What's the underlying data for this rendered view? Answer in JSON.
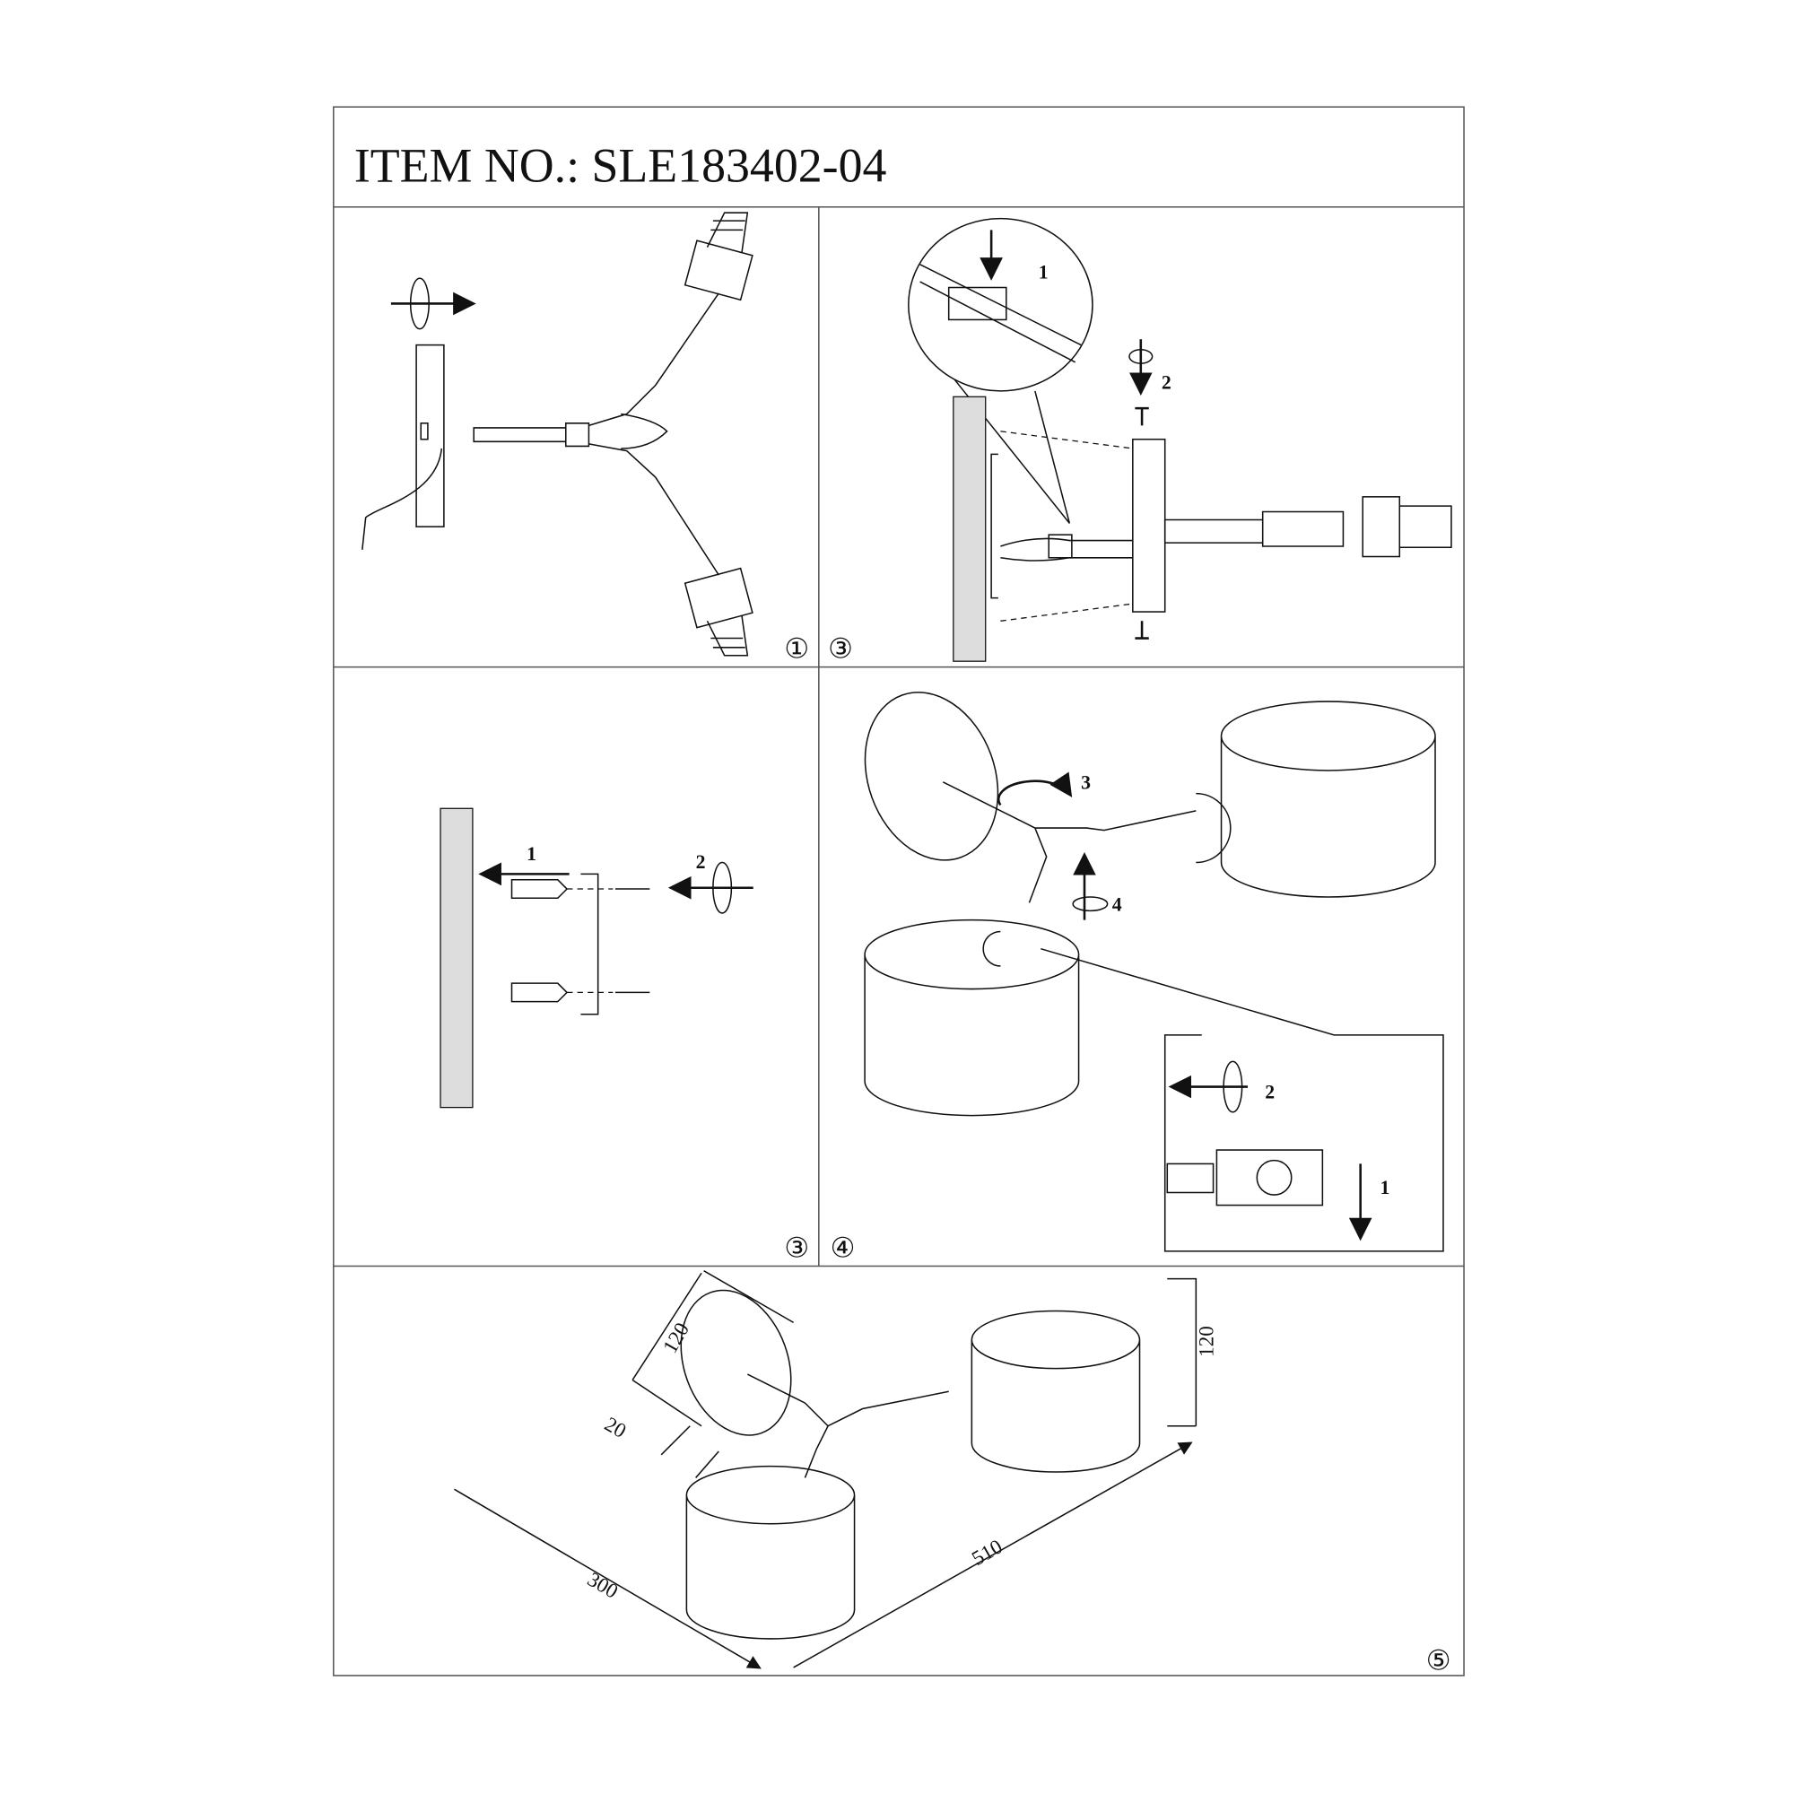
{
  "header": {
    "title": "ITEM NO.: SLE183402-04"
  },
  "panels": {
    "p1": {
      "step": "①"
    },
    "p2": {
      "step": "③",
      "labels": [
        "1",
        "2"
      ]
    },
    "p3": {
      "step": "③",
      "labels": [
        "1",
        "2"
      ]
    },
    "p4": {
      "step": "④",
      "labels": [
        "3",
        "4"
      ],
      "inset_labels": [
        "2",
        "1"
      ]
    },
    "p5": {
      "step": "⑤",
      "dimensions": {
        "plate_diameter": "120",
        "plate_depth": "20",
        "shade_height": "120",
        "depth": "300",
        "width": "510"
      }
    }
  }
}
